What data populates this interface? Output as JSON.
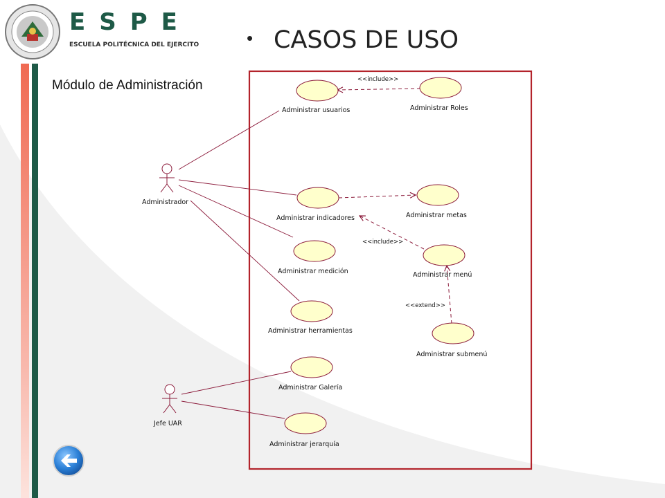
{
  "header": {
    "brand": "ESPE",
    "brand_sub": "ESCUELA POLITÉCNICA DEL EJERCITO",
    "bullet": "•",
    "title": "CASOS DE USO"
  },
  "module_label": "Módulo de Administración",
  "colors": {
    "brand_green": "#1e5a47",
    "stripe_red": "#f06a52",
    "boundary": "#b3232b",
    "line": "#8b1a3a",
    "usecase_fill": "#ffffcc",
    "button_blue": "#2a7fd6"
  },
  "diagram": {
    "actors": [
      {
        "id": "admin",
        "label": "Administrador"
      },
      {
        "id": "jefe",
        "label": "Jefe UAR"
      }
    ],
    "use_cases": [
      {
        "id": "uc_usuarios",
        "label": "Administrar usuarios"
      },
      {
        "id": "uc_roles",
        "label": "Administrar Roles"
      },
      {
        "id": "uc_indicadores",
        "label": "Administrar indicadores"
      },
      {
        "id": "uc_metas",
        "label": "Administrar metas"
      },
      {
        "id": "uc_medicion",
        "label": "Administrar medición"
      },
      {
        "id": "uc_menu",
        "label": "Administrar menú"
      },
      {
        "id": "uc_herramientas",
        "label": "Administrar herramientas"
      },
      {
        "id": "uc_submenu",
        "label": "Administrar submenú"
      },
      {
        "id": "uc_galeria",
        "label": "Administrar Galería"
      },
      {
        "id": "uc_jerarquia",
        "label": "Administrar jerarquía"
      }
    ],
    "stereotypes": {
      "include_roles": "<<include>>",
      "include_menu": "<<include>>",
      "extend_submenu": "<<extend>>"
    }
  },
  "back_button": {
    "icon": "arrow-left-icon"
  }
}
